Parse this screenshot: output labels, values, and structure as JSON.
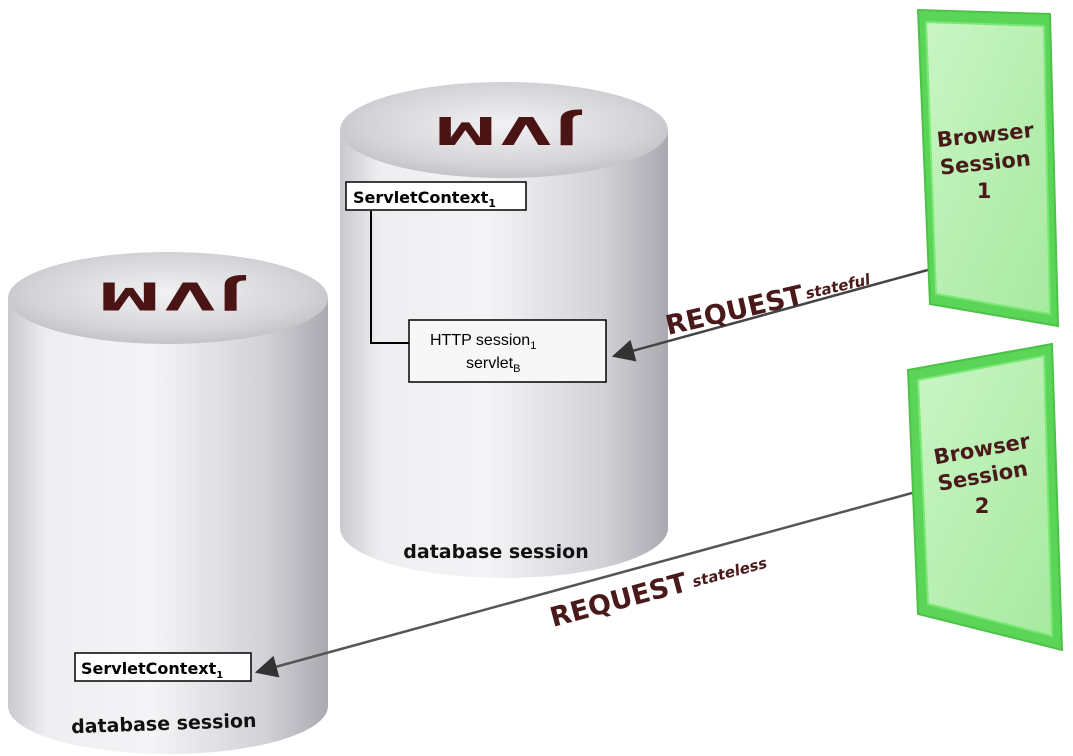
{
  "jvm_back": {
    "logo": "JVM",
    "servlet_context": {
      "main": "ServletContext",
      "sub": "1"
    },
    "http_session": {
      "line1_main": "HTTP session",
      "line1_sub": "1",
      "line2_main": "servlet",
      "line2_sub": "B"
    },
    "db_label": "database session"
  },
  "jvm_front": {
    "logo": "JVM",
    "servlet_context": {
      "main": "ServletContext",
      "sub": "1"
    },
    "db_label": "database session"
  },
  "request_stateful": {
    "main": "REQUEST",
    "sub": "stateful"
  },
  "request_stateless": {
    "main": "REQUEST",
    "sub": "stateless"
  },
  "browser1": {
    "line1": "Browser",
    "line2": "Session",
    "line3": "1"
  },
  "browser2": {
    "line1": "Browser",
    "line2": "Session",
    "line3": "2"
  },
  "colors": {
    "cylinder_body": "#d7d7dc",
    "browser_fill": "#b6efb0",
    "browser_border": "#5ee05a",
    "request_text": "#4a1a1a",
    "arrow": "#444444"
  }
}
